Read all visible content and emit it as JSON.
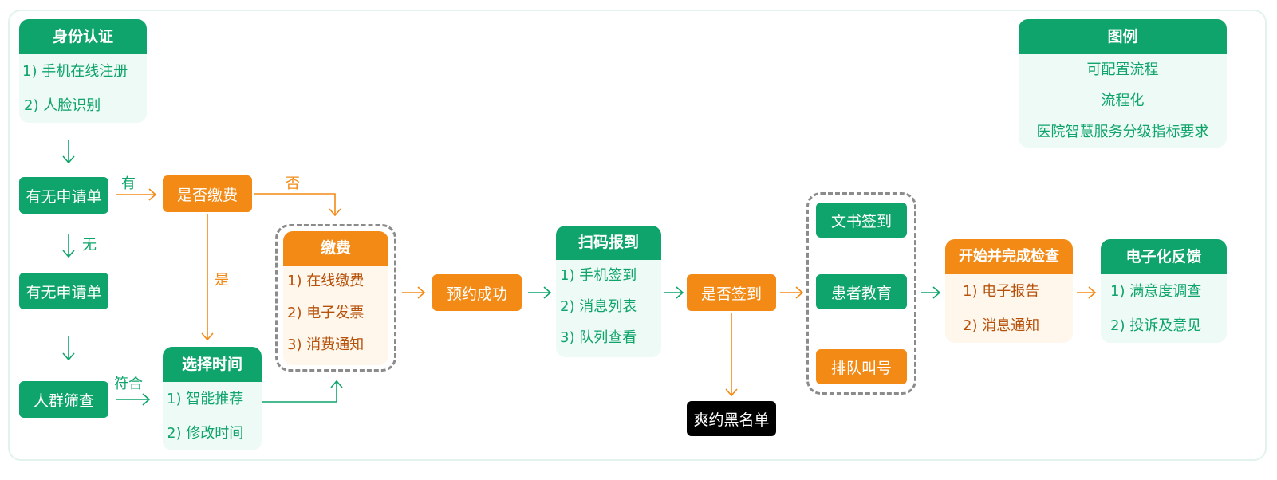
{
  "identity": {
    "title": "身份认证",
    "items": [
      "1) 手机在线注册",
      "2) 人脸识别"
    ]
  },
  "has_request_1": "有无申请单",
  "has_request_2": "有无申请单",
  "screening": "人群筛查",
  "pay_decision": "是否缴费",
  "labels": {
    "yes_has": "有",
    "no_pay": "否",
    "yes_pay": "是",
    "no_has": "无",
    "match": "符合"
  },
  "payment": {
    "title": "缴费",
    "items": [
      "1) 在线缴费",
      "2) 电子发票",
      "3) 消费通知"
    ]
  },
  "select_time": {
    "title": "选择时间",
    "items": [
      "1) 智能推荐",
      "2) 修改时间"
    ]
  },
  "booking_success": "预约成功",
  "scan_checkin": {
    "title": "扫码报到",
    "items": [
      "1) 手机签到",
      "2) 消息列表",
      "3) 队列查看"
    ]
  },
  "checkin_decision": "是否签到",
  "blacklist": "爽约黑名单",
  "services": [
    "文书签到",
    "患者教育",
    "排队叫号"
  ],
  "exam": {
    "title": "开始并完成检查",
    "items": [
      "1) 电子报告",
      "2) 消息通知"
    ]
  },
  "feedback": {
    "title": "电子化反馈",
    "items": [
      "1) 满意度调查",
      "2) 投诉及意见"
    ]
  },
  "legend": {
    "title": "图例",
    "items": [
      "可配置流程",
      "流程化",
      "医院智慧服务分级指标要求"
    ]
  },
  "colors": {
    "green": "#0ea46b",
    "orange": "#f38a15",
    "black": "#000000",
    "dash_gray": "#8b8b8b"
  }
}
